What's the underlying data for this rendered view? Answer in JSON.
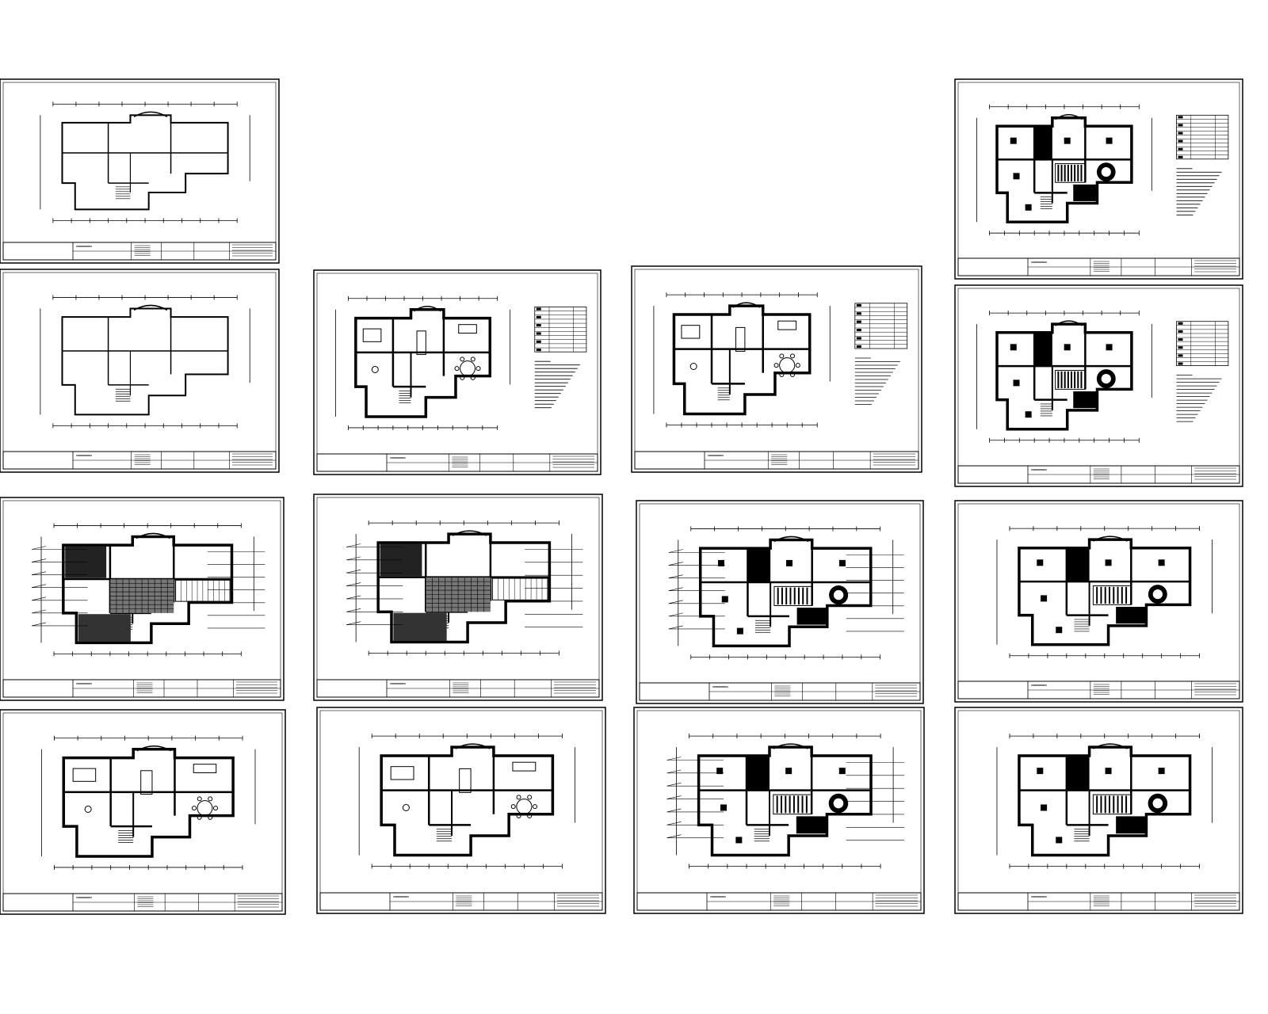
{
  "canvas": {
    "background": "#ffffff",
    "ink": "#000000"
  },
  "layout_grid": {
    "columns": 4,
    "rows": 4
  },
  "sheets": [
    {
      "id": "s1",
      "plan": "outline",
      "legend": false
    },
    {
      "id": "s2",
      "plan": "outline",
      "legend": false
    },
    {
      "id": "s3",
      "plan": "furnished",
      "legend": true
    },
    {
      "id": "s4",
      "plan": "furnished",
      "legend": true
    },
    {
      "id": "s5",
      "plan": "ceiling-dark",
      "legend": true
    },
    {
      "id": "s6",
      "plan": "ceiling-dark",
      "legend": true
    },
    {
      "id": "s7",
      "plan": "floor-pattern",
      "legend": false
    },
    {
      "id": "s8",
      "plan": "floor-pattern",
      "legend": false
    },
    {
      "id": "s9",
      "plan": "ceiling-annotated",
      "legend": false
    },
    {
      "id": "s10",
      "plan": "ceiling-dark",
      "legend": false
    },
    {
      "id": "s11",
      "plan": "furnished",
      "legend": false
    },
    {
      "id": "s12",
      "plan": "furnished",
      "legend": false
    },
    {
      "id": "s13",
      "plan": "ceiling-annotated",
      "legend": false
    },
    {
      "id": "s14",
      "plan": "ceiling-dark",
      "legend": false
    }
  ]
}
